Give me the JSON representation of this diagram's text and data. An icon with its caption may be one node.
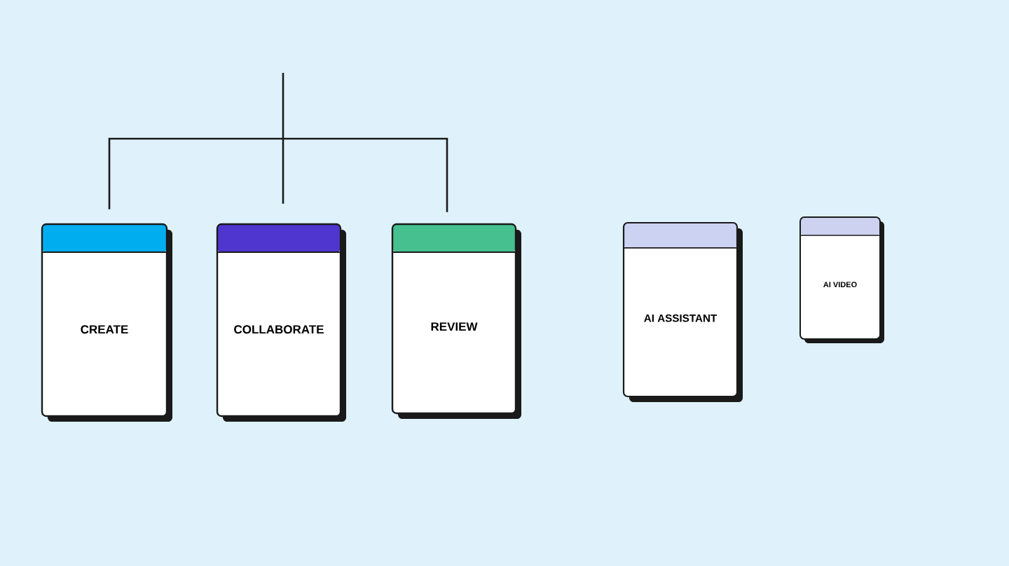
{
  "diagram": {
    "nodes": [
      {
        "text": [
          "CREATE"
        ]
      },
      {
        "text": [
          "COLLABORATE"
        ]
      },
      {
        "text": [
          "REVIEW"
        ]
      },
      {
        "text": [
          "AI ASSISTANT"
        ]
      },
      {
        "text": [
          "AI VIDEO"
        ]
      }
    ],
    "edges": [
      {
        "from": null,
        "to": 0,
        "arrow": "none"
      },
      {
        "from": null,
        "to": 1,
        "arrow": "none"
      },
      {
        "from": null,
        "to": 2,
        "arrow": "none"
      }
    ]
  }
}
